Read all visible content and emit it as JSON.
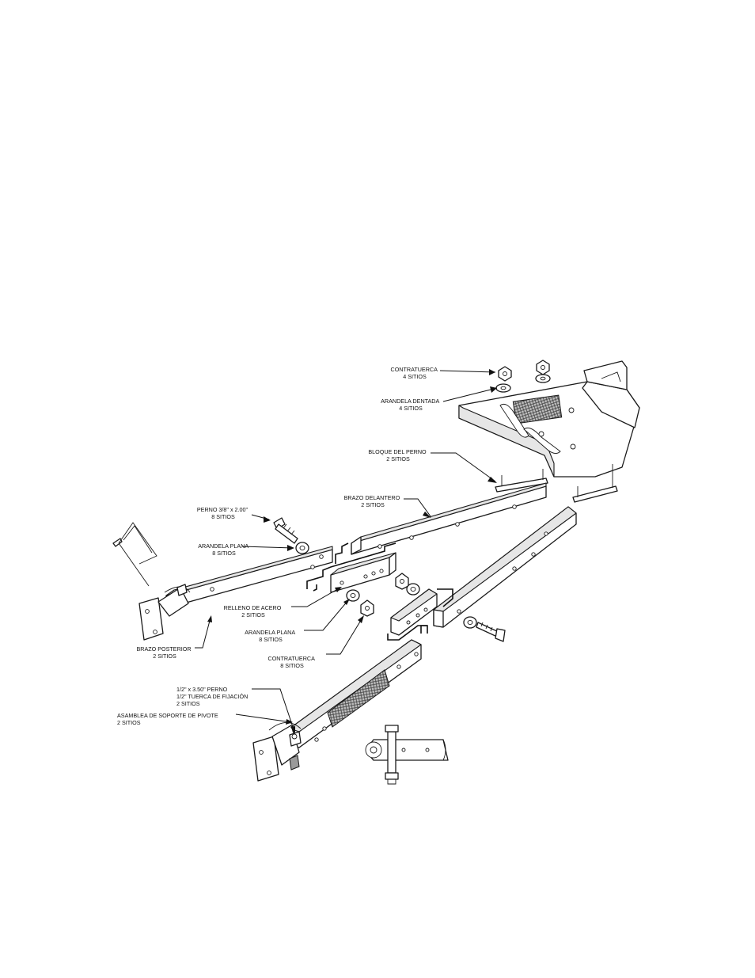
{
  "labels": {
    "contratuerca_top": {
      "line1": "CONTRATUERCA",
      "line2": "4 SITIOS"
    },
    "arandela_dentada": {
      "line1": "ARANDELA DENTADA",
      "line2": "4 SITIOS"
    },
    "bloque_perno": {
      "line1": "BLOQUE DEL PERNO",
      "line2": "2 SITIOS"
    },
    "brazo_delantero": {
      "line1": "BRAZO DELANTERO",
      "line2": "2 SITIOS"
    },
    "perno_38": {
      "line1": "PERNO 3/8\" x 2.00\"",
      "line2": "8 SITIOS"
    },
    "arandela_plana_top": {
      "line1": "ARANDELA PLANA",
      "line2": "8 SITIOS"
    },
    "relleno_acero": {
      "line1": "RELLENO DE ACERO",
      "line2": "2 SITIOS"
    },
    "arandela_plana_mid": {
      "line1": "ARANDELA PLANA",
      "line2": "8 SITIOS"
    },
    "brazo_posterior": {
      "line1": "BRAZO POSTERIOR",
      "line2": "2 SITIOS"
    },
    "contratuerca_mid": {
      "line1": "CONTRATUERCA",
      "line2": "8 SITIOS"
    },
    "perno_12": {
      "line1": "1/2\" x 3.50\" PERNO",
      "line2": "1/2\" TUERCA DE FIJACIÓN",
      "line3": "2 SITIOS"
    },
    "asamblea_pivote": {
      "line1": "ASAMBLEA DE SOPORTE DE PIVOTE",
      "line2": "2 SITIOS"
    }
  },
  "icons": [
    "nut-icon",
    "washer-icon",
    "bolt-icon",
    "hitch-pin-icon"
  ]
}
